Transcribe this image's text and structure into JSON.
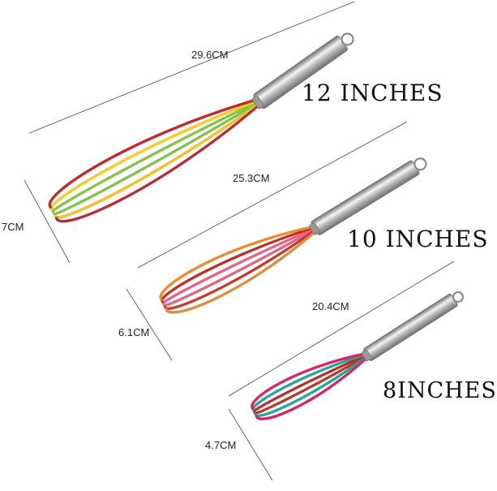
{
  "whisks": [
    {
      "size_label": "12 INCHES",
      "length_label": "29.6CM",
      "width_label": "7CM",
      "wire_colors": [
        "#7b2d8e",
        "#e0245e",
        "#2fa6e0",
        "#8bc53f",
        "#f4d21f",
        "#c22a2a"
      ]
    },
    {
      "size_label": "10 INCHES",
      "length_label": "25.3CM",
      "width_label": "6.1CM",
      "wire_colors": [
        "#2fa6e0",
        "#f4d21f",
        "#8bc53f",
        "#e8608f",
        "#c22a2a",
        "#f28c28"
      ]
    },
    {
      "size_label": "8INCHES",
      "length_label": "20.4CM",
      "width_label": "4.7CM",
      "wire_colors": [
        "#7b2d8e",
        "#2fa6e0",
        "#8bc53f",
        "#c22a2a",
        "#1fa89a",
        "#e0245e"
      ]
    }
  ],
  "colors": {
    "handle_light": "#f4f4f4",
    "handle_mid": "#b9b9b9",
    "handle_dark": "#6e6e6e",
    "dimension_line": "#444444"
  }
}
